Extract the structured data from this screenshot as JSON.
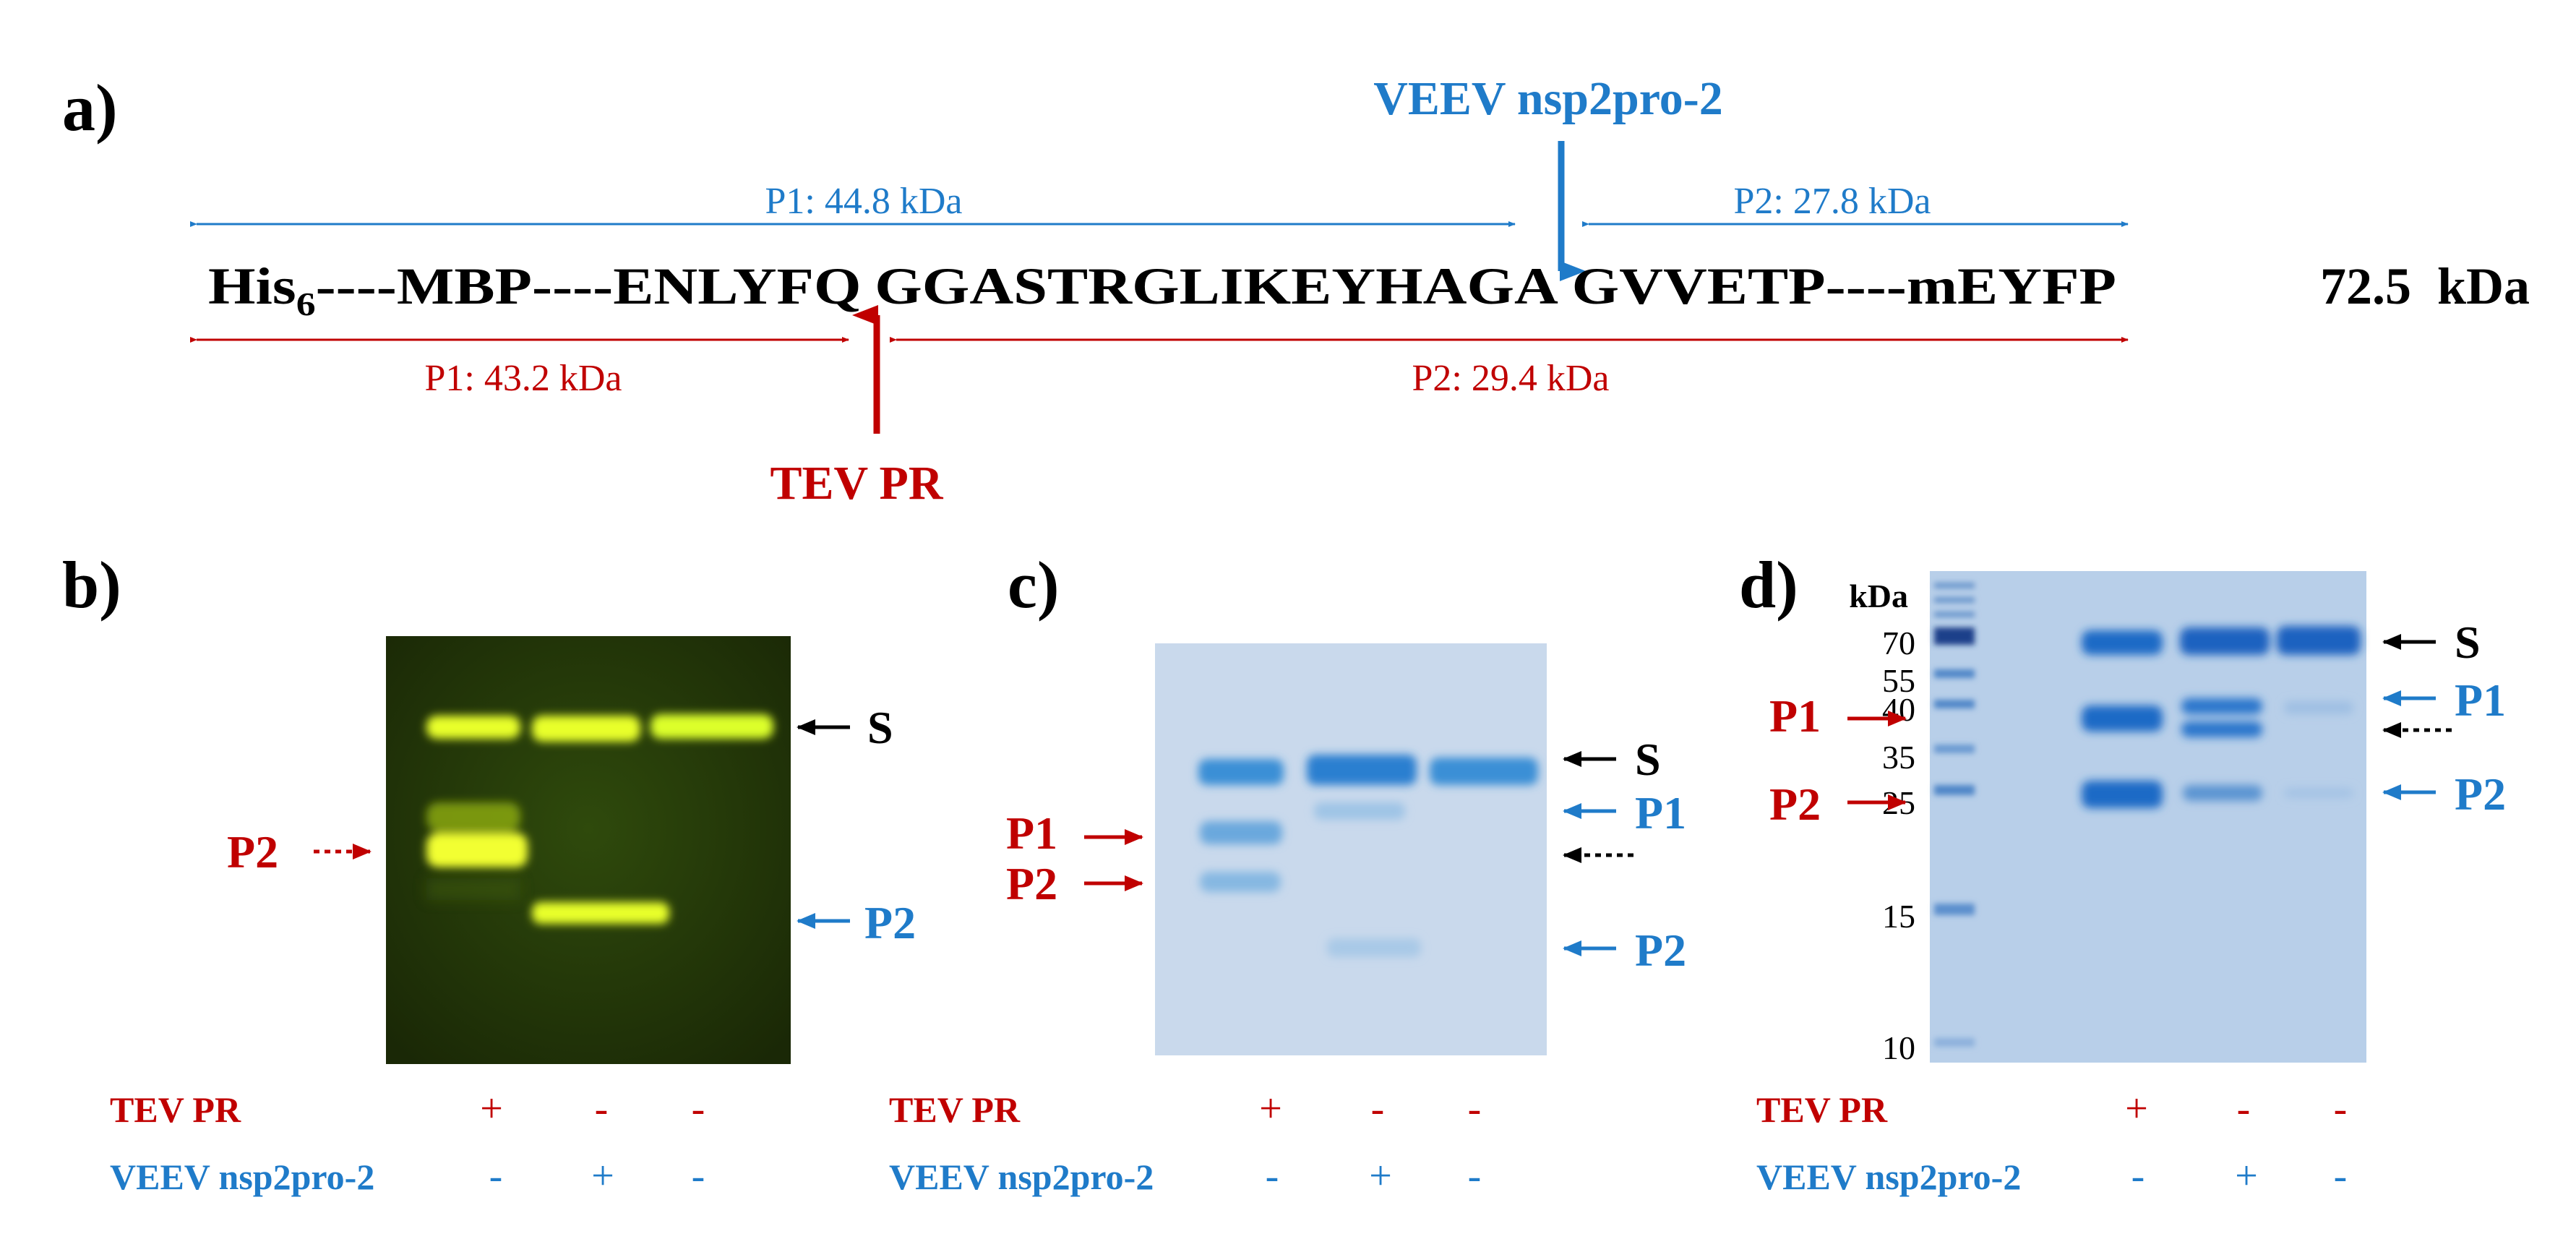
{
  "colors": {
    "red": "#c00000",
    "blue": "#1f7bc9",
    "black": "#000000"
  },
  "panel_a": {
    "label": "a)",
    "seq_his": "His",
    "seq_his_sub": "6",
    "seq_left": "----MBP----ENLYFQ",
    "seq_mid": "GGASTRGLIKEYHAGA",
    "seq_right": "GVVETP----mEYFP",
    "total_mass": "72.5  kDa",
    "veev_label": "VEEV nsp2pro-2",
    "tev_label": "TEV PR",
    "blue_p1": "P1: 44.8 kDa",
    "blue_p2": "P2: 27.8 kDa",
    "red_p1": "P1: 43.2 kDa",
    "red_p2": "P2: 29.4 kDa"
  },
  "panel_b": {
    "label": "b)",
    "s_label": "S",
    "p2_red": "P2",
    "p2_blue": "P2",
    "row_tev": "TEV PR",
    "row_veev": "VEEV nsp2pro-2",
    "tev_signs": [
      "+",
      "-",
      "-"
    ],
    "veev_signs": [
      "-",
      "+",
      "-"
    ]
  },
  "panel_c": {
    "label": "c)",
    "s_label": "S",
    "p1_red": "P1",
    "p2_red": "P2",
    "p1_blue": "P1",
    "p2_blue": "P2",
    "row_tev": "TEV PR",
    "row_veev": "VEEV nsp2pro-2",
    "tev_signs": [
      "+",
      "-",
      "-"
    ],
    "veev_signs": [
      "-",
      "+",
      "-"
    ]
  },
  "panel_d": {
    "label": "d)",
    "kda_header": "kDa",
    "ladder": [
      "70",
      "55",
      "40",
      "35",
      "25",
      "15",
      "10"
    ],
    "s_label": "S",
    "p1_red": "P1",
    "p2_red": "P2",
    "p1_blue": "P1",
    "p2_blue": "P2",
    "row_tev": "TEV PR",
    "row_veev": "VEEV nsp2pro-2",
    "tev_signs": [
      "+",
      "-",
      "-"
    ],
    "veev_signs": [
      "-",
      "+",
      "-"
    ]
  }
}
